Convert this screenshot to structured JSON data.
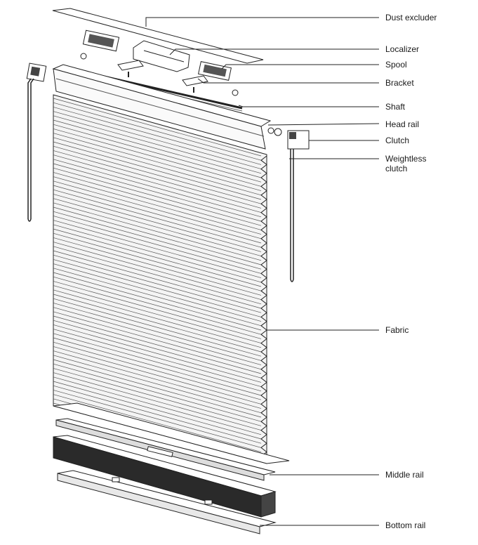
{
  "labels": {
    "dust_excluder": "Dust excluder",
    "localizer": "Localizer",
    "spool": "Spool",
    "bracket": "Bracket",
    "shaft": "Shaft",
    "head_rail": "Head rail",
    "clutch": "Clutch",
    "weightless_clutch": "Weightless clutch",
    "fabric": "Fabric",
    "middle_rail": "Middle rail",
    "bottom_rail": "Bottom rail"
  },
  "colors": {
    "line": "#222222",
    "fabric_fill": "#f4f4f4",
    "dark": "#2a2a2a"
  }
}
